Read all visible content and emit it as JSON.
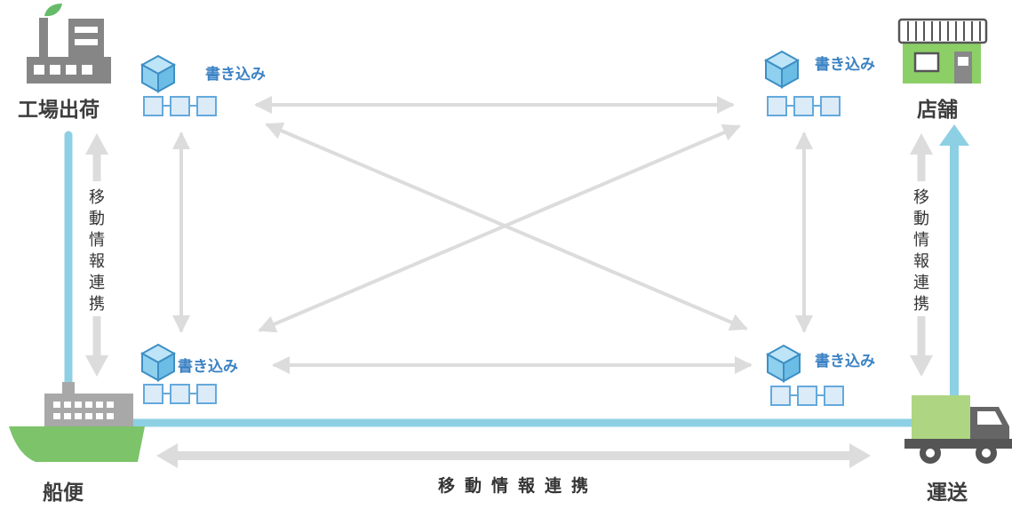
{
  "colors": {
    "route": "#8dd0e4",
    "arrow": "#dcdcdc",
    "write_text": "#3b82c4",
    "block_fill": "#dcebf8",
    "block_stroke": "#64a9dc",
    "cube_fill": "#8fd0ef",
    "cube_stroke": "#3d8fc4",
    "factory": "#868686",
    "leaf": "#66bb6a",
    "ship_hull": "#7cc36a",
    "truck_body": "#aed581",
    "store": "#8ccf67"
  },
  "nodes": {
    "factory": {
      "label": "工場出荷",
      "icon": "factory-icon"
    },
    "store": {
      "label": "店舗",
      "icon": "store-icon"
    },
    "ship": {
      "label": "船便",
      "icon": "ship-icon"
    },
    "truck": {
      "label": "運送",
      "icon": "truck-icon"
    }
  },
  "ledgers": [
    {
      "id": "top-left",
      "label": "書き込み",
      "icon": "cube-icon"
    },
    {
      "id": "top-right",
      "label": "書き込み",
      "icon": "cube-icon"
    },
    {
      "id": "bottom-left",
      "label": "書き込み",
      "icon": "cube-icon"
    },
    {
      "id": "bottom-right",
      "label": "書き込み",
      "icon": "cube-icon"
    }
  ],
  "links": {
    "left_vertical": [
      "移",
      "動",
      "情",
      "報",
      "連",
      "携"
    ],
    "right_vertical": [
      "移",
      "動",
      "情",
      "報",
      "連",
      "携"
    ],
    "bottom_horizontal": "移動情報連携"
  }
}
